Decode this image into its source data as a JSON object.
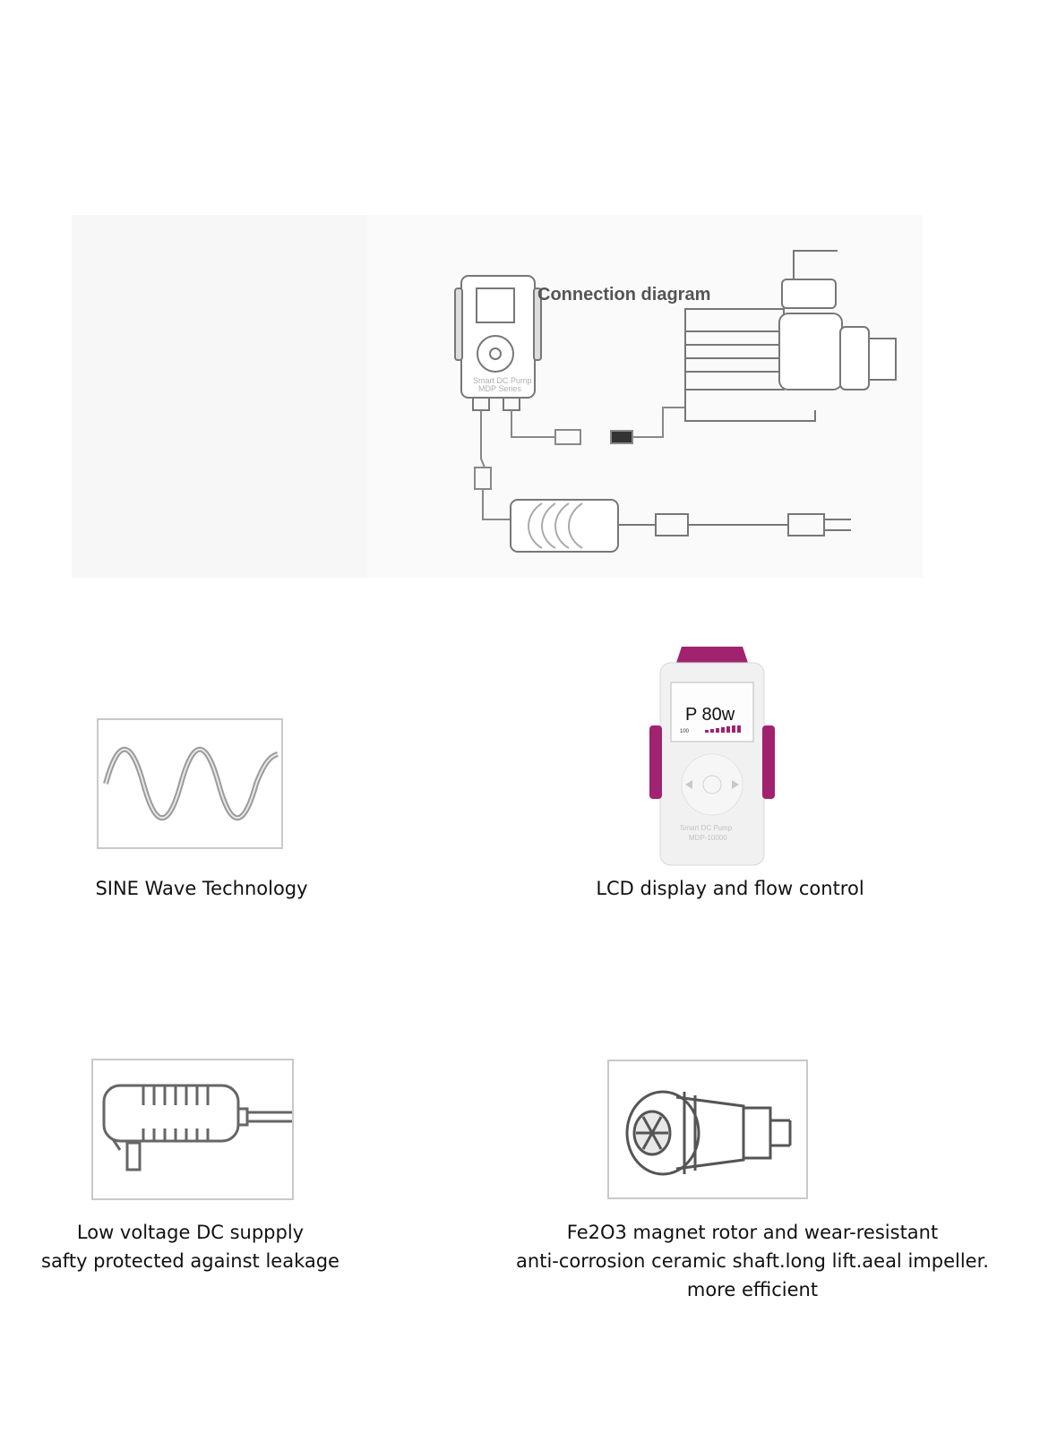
{
  "connection_diagram": {
    "title": "Connection diagram",
    "controller_label_line1": "Smart DC Pump",
    "controller_label_line2": "MDP Series"
  },
  "features": [
    {
      "caption_lines": [
        "SINE Wave Technology"
      ],
      "image": "sine-wave-icon"
    },
    {
      "caption_lines": [
        "LCD display and flow control"
      ],
      "image": "lcd-controller-image",
      "lcd": {
        "power_reading": "P 80w",
        "bar_label": "100",
        "device_label_line1": "Smart DC Pump",
        "device_label_line2": "MDP-10000"
      }
    },
    {
      "caption_lines": [
        "Low voltage DC suppply",
        "safty protected against leakage"
      ],
      "image": "power-adapter-icon"
    },
    {
      "caption_lines": [
        "Fe2O3 magnet rotor and wear-resistant",
        "anti-corrosion ceramic shaft.long lift.aeal impeller.",
        "more efficient"
      ],
      "image": "rotor-impeller-icon"
    }
  ],
  "colors": {
    "accent_magenta": "#a1236f",
    "line_gray": "#8a8a8a",
    "frame_gray": "#c9c9c9"
  }
}
